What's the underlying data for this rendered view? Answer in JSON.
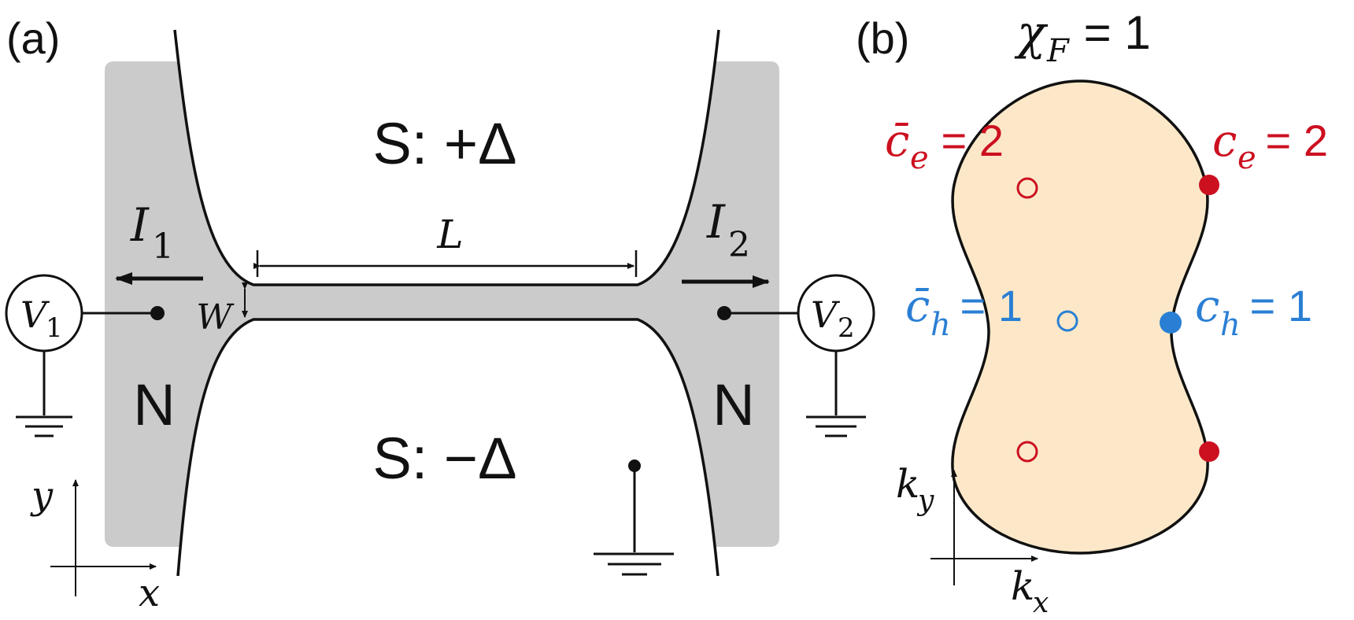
{
  "panel_a": {
    "label": "(a)",
    "s_top": "S: +Δ",
    "s_bottom": "S: −Δ",
    "n_left": "N",
    "n_right": "N",
    "length": "L",
    "width": "W",
    "current_1": {
      "symbol": "I",
      "subscript": "1"
    },
    "current_2": {
      "symbol": "I",
      "subscript": "2"
    },
    "voltmeter_1": {
      "symbol": "V",
      "subscript": "1"
    },
    "voltmeter_2": {
      "symbol": "V",
      "subscript": "2"
    },
    "axis_x": "x",
    "axis_y": "y"
  },
  "panel_b": {
    "label": "(b)",
    "chi": {
      "symbol": "χ",
      "subscript": "F",
      "rhs": " = 1"
    },
    "c_e_bar": {
      "symbol": "c̄",
      "subscript": "e",
      "rhs": " = 2"
    },
    "c_e": {
      "symbol": "c",
      "subscript": "e",
      "rhs": " = 2"
    },
    "c_h_bar": {
      "symbol": "c̄",
      "subscript": "h",
      "rhs": " = 1"
    },
    "c_h": {
      "symbol": "c",
      "subscript": "h",
      "rhs": " = 1"
    },
    "axis_kx": {
      "symbol": "k",
      "subscript": "x"
    },
    "axis_ky": {
      "symbol": "k",
      "subscript": "y"
    }
  },
  "colors": {
    "gray_region": "#cbcbcb",
    "fermi_fill": "#fce8c8",
    "electron_red": "#cc1020",
    "hole_blue": "#2a7fd4",
    "ink": "#111111"
  }
}
